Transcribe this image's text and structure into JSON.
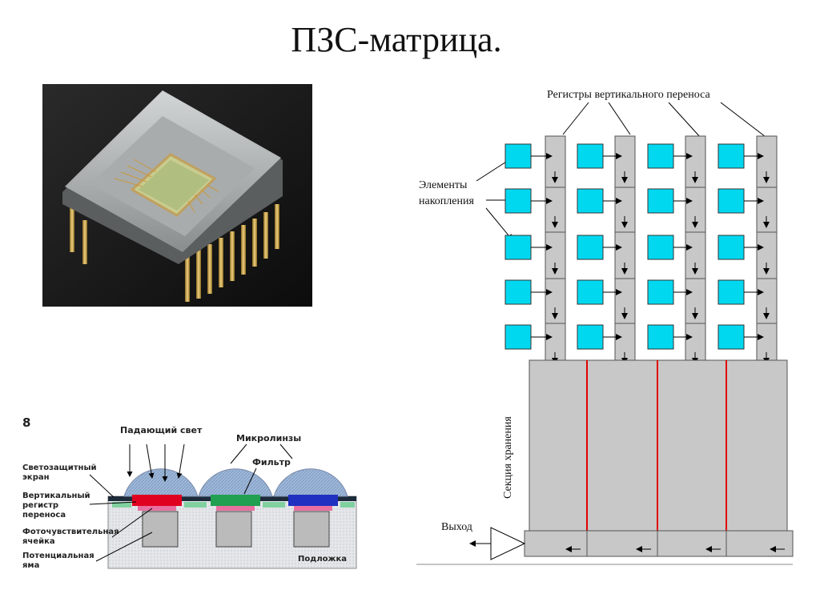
{
  "slide": {
    "title": "ПЗС-матрица."
  },
  "ccd_architecture": {
    "label_registers": "Регистры вертикального переноса",
    "label_elements_line1": "Элементы",
    "label_elements_line2": "накопления",
    "label_storage": "Секция хранения",
    "label_output": "Выход",
    "columns": 4,
    "rows": 5,
    "colors": {
      "pixel": "#00d8f0",
      "register": "#c8c8c8",
      "storage_divider": "#e00000"
    }
  },
  "cross_section": {
    "figure_number": "8",
    "label_light": "Падающий свет",
    "label_microlenses": "Микролинзы",
    "label_filter": "Фильтр",
    "label_shield_line1": "Светозащитный",
    "label_shield_line2": "экран",
    "label_vreg_line1": "Вертикальный",
    "label_vreg_line2": "регистр",
    "label_vreg_line3": "переноса",
    "label_photocell_line1": "Фоточувствительная",
    "label_photocell_line2": "ячейка",
    "label_well_line1": "Потенциальная",
    "label_well_line2": "яма",
    "label_substrate": "Подложка",
    "filter_colors": [
      "#e00020",
      "#20a050",
      "#2030c0"
    ]
  },
  "photo": {
    "description_icon": "ccd-chip-photo"
  }
}
